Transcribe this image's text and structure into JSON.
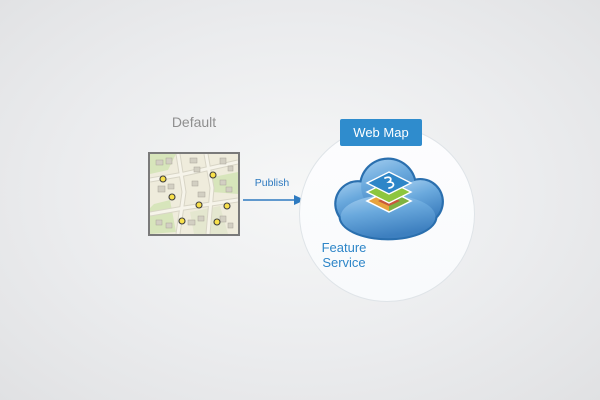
{
  "page": {
    "background": "#e9eaec"
  },
  "source_map": {
    "title": "Default",
    "title_color": "#8f8f8f",
    "border_color": "#7a7a7a",
    "marker_color": "#f9e14b",
    "markers": [
      [
        13,
        25
      ],
      [
        63,
        21
      ],
      [
        22,
        43
      ],
      [
        49,
        51
      ],
      [
        77,
        52
      ],
      [
        32,
        67
      ],
      [
        67,
        68
      ]
    ]
  },
  "publish": {
    "label": "Publish",
    "color": "#2e7ac0"
  },
  "web_map": {
    "badge_label": "Web Map",
    "badge_color": "#2f8ccd",
    "service_line1": "Feature",
    "service_line2": "Service",
    "text_color": "#2e86c8",
    "cloud_color": "#5ea0d8"
  },
  "icons": {
    "map": "map-thumbnail-icon",
    "arrow": "publish-arrow-icon",
    "cloud": "cloud-icon",
    "layers": "layers-stack-icon"
  }
}
